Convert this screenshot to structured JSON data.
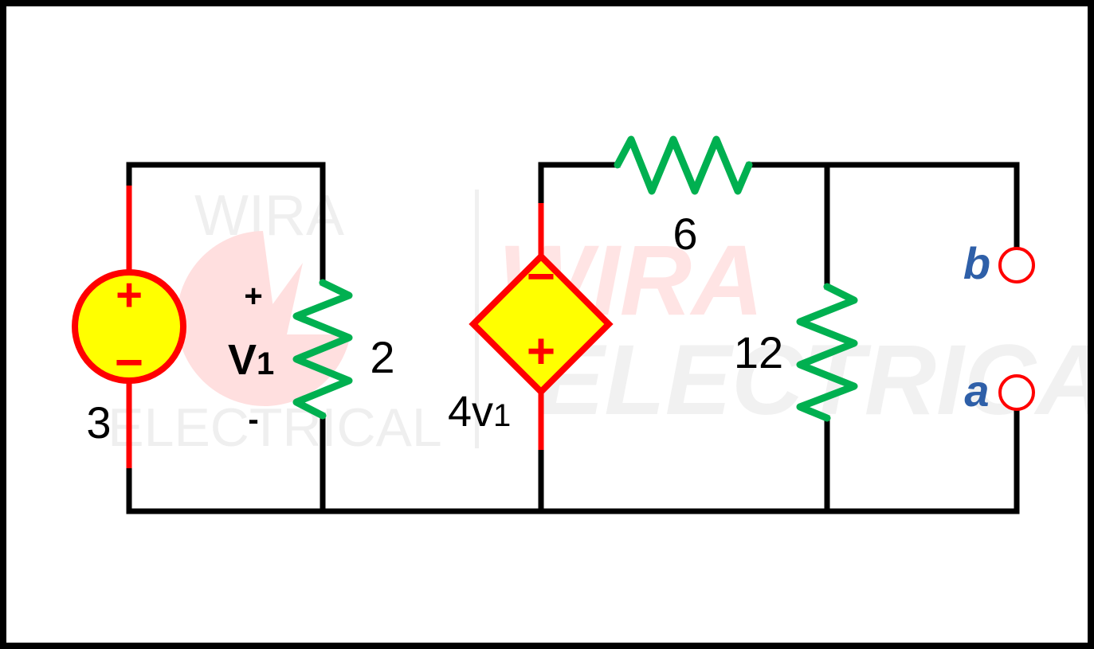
{
  "colors": {
    "wire": "#000000",
    "source_stroke": "#ff0000",
    "source_fill": "#ffff00",
    "resistor": "#00b050",
    "terminal_label": "#2e5fa8",
    "terminal_circle": "#ff0000",
    "frame": "#000000"
  },
  "watermarks": [
    {
      "word_top": "WIRA",
      "word_bottom": "ELECTRICAL"
    },
    {
      "word_top": "WIRA",
      "word_bottom": "ELECTRICAL"
    }
  ],
  "components": {
    "voltage_source": {
      "value_label": "3",
      "plus": "+",
      "minus": "−",
      "icon": "independent-voltage-source-icon"
    },
    "resistor_2": {
      "value_label": "2",
      "voltage_name": "V",
      "voltage_sub": "1",
      "plus": "+",
      "minus": "-",
      "icon": "resistor-zigzag-icon"
    },
    "dependent_source": {
      "value_label": "4v",
      "value_sub": "1",
      "plus": "+",
      "minus": "−",
      "icon": "dependent-voltage-source-icon"
    },
    "resistor_6": {
      "value_label": "6",
      "icon": "resistor-zigzag-icon"
    },
    "resistor_12": {
      "value_label": "12",
      "icon": "resistor-zigzag-icon"
    }
  },
  "terminals": {
    "b": {
      "label": "b",
      "icon": "terminal-circle-icon"
    },
    "a": {
      "label": "a",
      "icon": "terminal-circle-icon"
    }
  }
}
